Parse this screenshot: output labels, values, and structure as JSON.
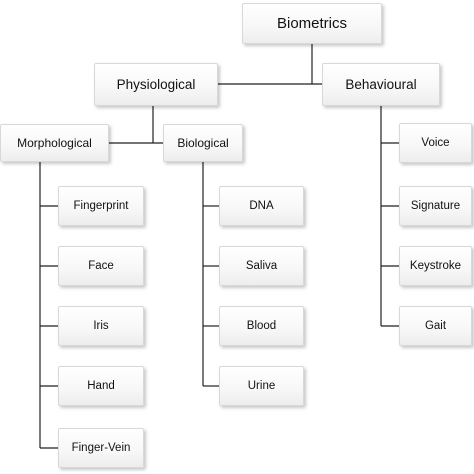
{
  "diagram": {
    "root": {
      "label": "Biometrics"
    },
    "physiological": {
      "label": "Physiological"
    },
    "behavioural": {
      "label": "Behavioural"
    },
    "morphological": {
      "label": "Morphological"
    },
    "biological": {
      "label": "Biological"
    },
    "morphological_items": [
      "Fingerprint",
      "Face",
      "Iris",
      "Hand",
      "Finger-Vein"
    ],
    "biological_items": [
      "DNA",
      "Saliva",
      "Blood",
      "Urine"
    ],
    "behavioural_items": [
      "Voice",
      "Signature",
      "Keystroke",
      "Gait"
    ]
  }
}
